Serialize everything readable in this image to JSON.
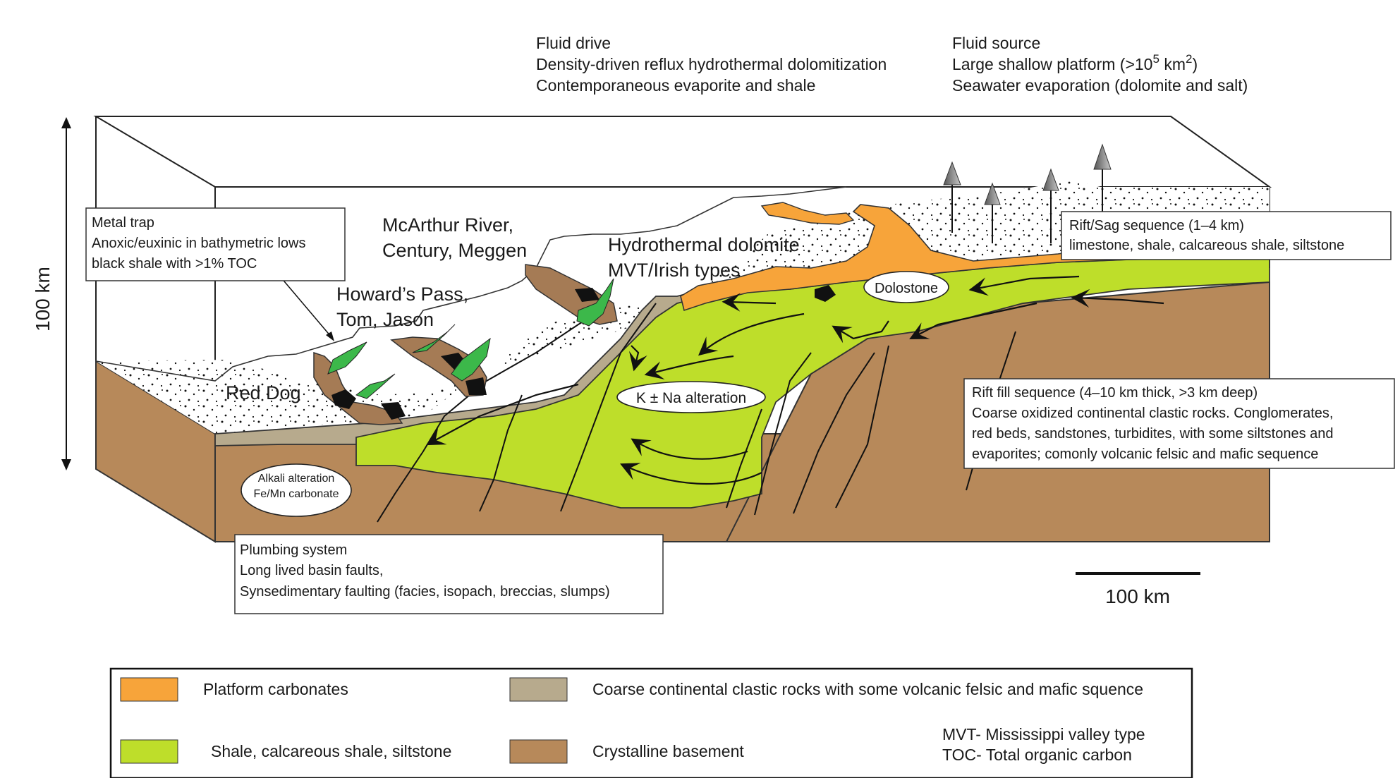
{
  "header": {
    "fluid_drive": {
      "title": "Fluid drive",
      "line1": "Density-driven reflux hydrothermal dolomitization",
      "line2": "Contemporaneous evaporite and shale"
    },
    "fluid_source": {
      "title": "Fluid source",
      "line1_pre": "Large shallow platform (>10",
      "line1_sup": "5",
      "line1_mid": " km",
      "line1_sup2": "2",
      "line1_post": ")",
      "line2": "Seawater evaporation (dolomite and salt)"
    }
  },
  "vertical_scale_label": "100 km",
  "scale_bar_label": "100 km",
  "boxes": {
    "metal_trap": {
      "title": "Metal trap",
      "line1": "Anoxic/euxinic in bathymetric lows",
      "line2": "black shale with >1% TOC"
    },
    "rift_sag": {
      "title": "Rift/Sag sequence (1–4 km)",
      "line1": "limestone, shale, calcareous shale, siltstone"
    },
    "rift_fill": {
      "title": "Rift fill sequence (4–10 km thick, >3 km deep)",
      "line1": "Coarse oxidized continental clastic rocks.  Conglomerates,",
      "line2": "red beds, sandstones, turbidites, with some siltstones and",
      "line3": "evaporites; comonly volcanic felsic and mafic sequence"
    },
    "plumbing": {
      "title": "Plumbing system",
      "line1": "Long lived basin faults,",
      "line2": "Synsedimentary faulting (facies, isopach, breccias, slumps)"
    }
  },
  "ovals": {
    "alkali_line1": "Alkali alteration",
    "alkali_line2": "Fe/Mn carbonate",
    "k_na": "K ± Na alteration",
    "dolostone": "Dolostone"
  },
  "sites": {
    "mcarthur_line1": "McArthur River,",
    "mcarthur_line2": "Century, Meggen",
    "hydro_line1": "Hydrothermal dolomite",
    "hydro_line2": "MVT/Irish types",
    "howards_line1": "Howard’s Pass,",
    "howards_line2": "Tom, Jason",
    "red_dog": "Red Dog"
  },
  "legend": {
    "items": [
      {
        "label": "Platform carbonates",
        "color": "#f7a43a"
      },
      {
        "label": "Coarse continental clastic rocks with some volcanic felsic and mafic squence",
        "color": "#b7aa8d"
      },
      {
        "label": "Shale, calcareous shale, siltstone",
        "color": "#bede2a"
      },
      {
        "label": "Crystalline basement",
        "color": "#b7895a"
      }
    ],
    "abbreviations": [
      "MVT- Mississippi valley type",
      "TOC- Total organic carbon"
    ]
  },
  "colors": {
    "platform": "#f7a43a",
    "clastic": "#b7aa8d",
    "shale": "#bede2a",
    "basement": "#b7895a",
    "ore_green": "#3cb84a",
    "host_brown": "#a57b55"
  }
}
